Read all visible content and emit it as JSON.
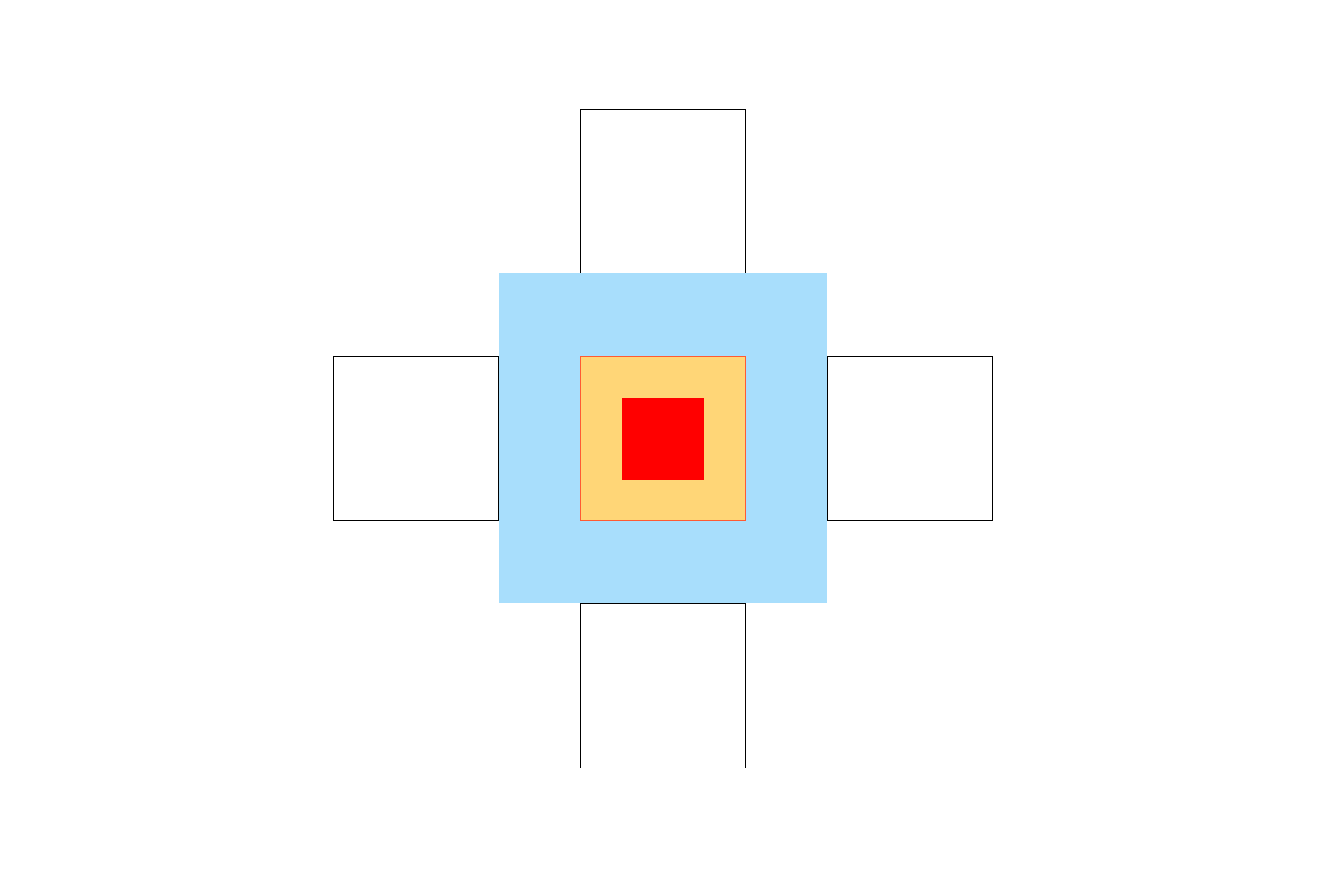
{
  "diagram": {
    "colors": {
      "background": "#ffffff",
      "center_square": "#a8defc",
      "inner_square_fill": "#ffd677",
      "inner_square_border": "#ff5a33",
      "core_square": "#ff0000",
      "outline_square_fill": "#ffffff",
      "outline_square_border": "#000000"
    },
    "shapes": [
      "center-square",
      "inner-square",
      "core-square",
      "top-square",
      "left-square",
      "right-square",
      "bottom-square"
    ]
  }
}
